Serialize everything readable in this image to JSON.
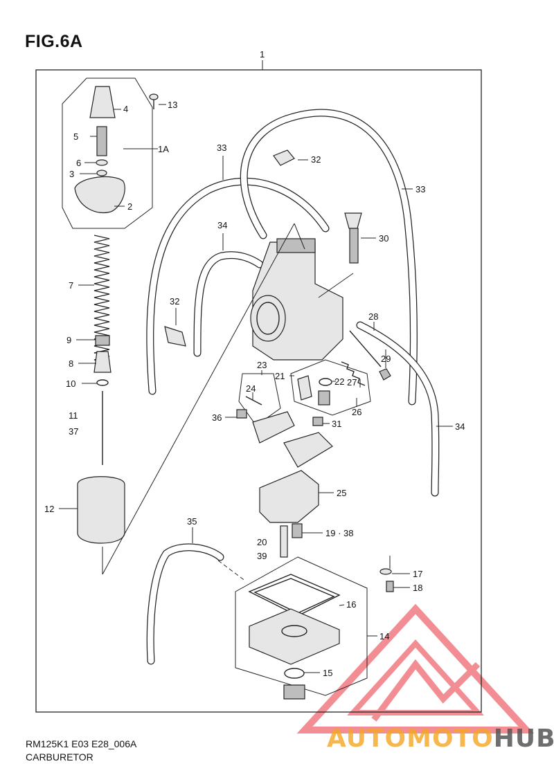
{
  "figure": {
    "title": "FIG.6A",
    "code": "RM125K1 E03 E28_006A",
    "name": "CARBURETOR"
  },
  "callouts": {
    "c1": "1",
    "c1a": "1A",
    "c2": "2",
    "c3": "3",
    "c4": "4",
    "c5": "5",
    "c6": "6",
    "c7": "7",
    "c8": "8",
    "c9": "9",
    "c10": "10",
    "c11": "11",
    "c37": "37",
    "c12": "12",
    "c13": "13",
    "c14": "14",
    "c15": "15",
    "c16": "16",
    "c17": "17",
    "c18": "18",
    "c1938": "19 · 38",
    "c20": "20",
    "c39": "39",
    "c21": "21",
    "c22": "22",
    "c23": "23",
    "c24": "24",
    "c25": "25",
    "c26": "26",
    "c27": "27",
    "c28": "28",
    "c29": "29",
    "c30": "30",
    "c31": "31",
    "c32a": "32",
    "c32b": "32",
    "c33a": "33",
    "c33b": "33",
    "c34a": "34",
    "c34b": "34",
    "c35": "35",
    "c36": "36"
  },
  "watermark": {
    "part1": "AUTOMOTO",
    "part2": "HUB",
    "color_red": "#e8323c",
    "color_orange": "#f5a623",
    "color_grey": "#555555"
  }
}
